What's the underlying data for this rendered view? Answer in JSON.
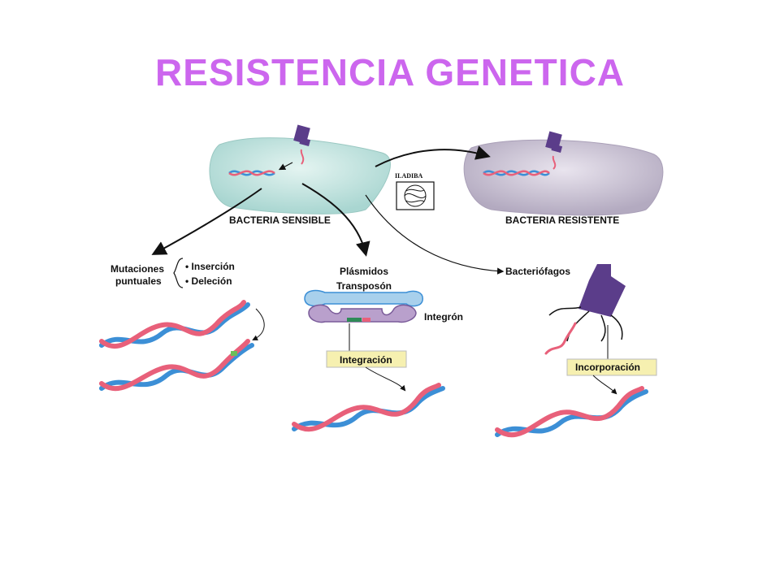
{
  "title": "RESISTENCIA GENETICA",
  "colors": {
    "title": "#cc66ee",
    "strand_red": "#e8607a",
    "strand_blue": "#3c8fd6",
    "sensitive_cell": "#b9e0dc",
    "resistant_cell": "#c6bfd0",
    "phage": "#5b3d8a",
    "label_box": "#f6f0b0"
  },
  "labels": {
    "bacteria_sensible": "BACTERIA SENSIBLE",
    "bacteria_resistente": "BACTERIA RESISTENTE",
    "logo": "ILADIBA",
    "mutaciones_line1": "Mutaciones",
    "mutaciones_line2": "puntuales",
    "insercion": "• Inserción",
    "delecion": "• Deleción",
    "plasmidos": "Plásmidos",
    "transposon": "Transposón",
    "integron": "Integrón",
    "integracion": "Integración",
    "bacteriofagos": "Bacteriófagos",
    "incorporacion": "Incorporación"
  },
  "icons": [
    "phage-icon",
    "logo-globe-icon",
    "arrow-icon",
    "dna-strand-icon"
  ]
}
